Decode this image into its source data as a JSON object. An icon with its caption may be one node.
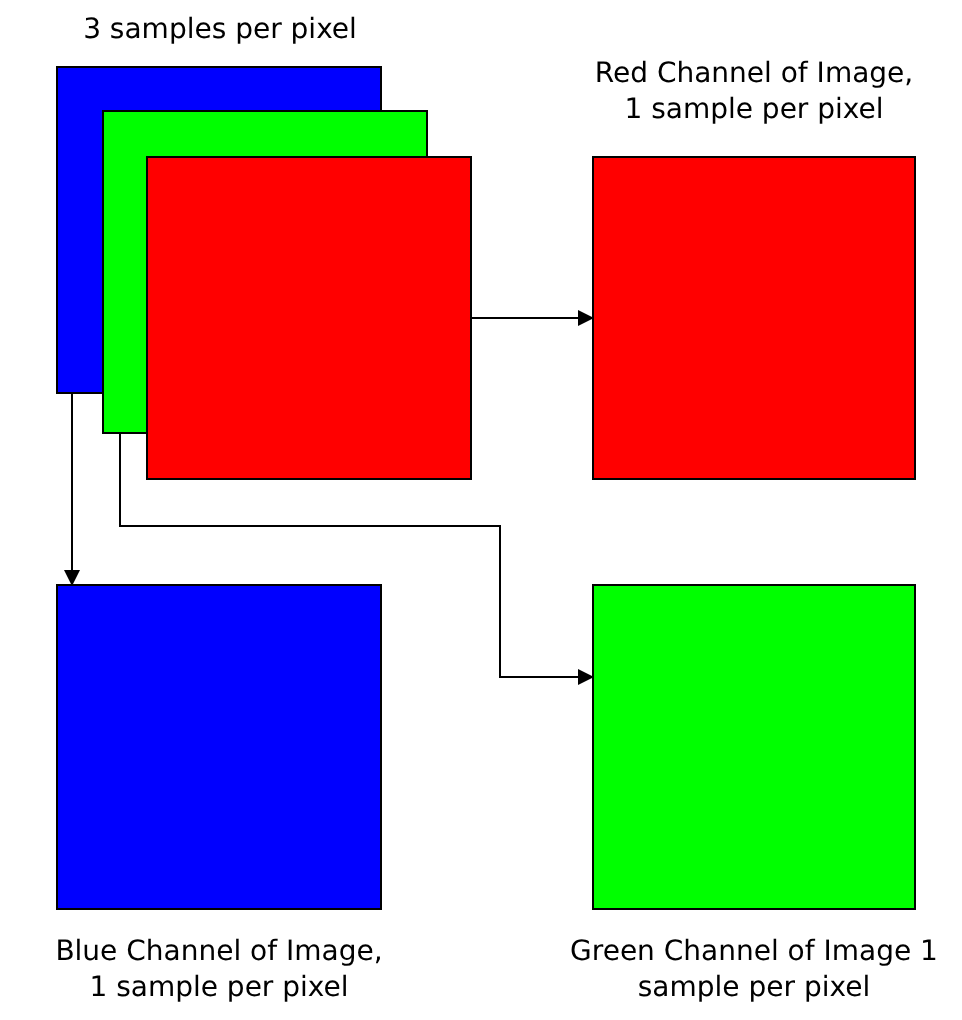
{
  "diagram": {
    "nodes": [
      {
        "text": [],
        "shape": "box"
      },
      {
        "text": [],
        "shape": "box"
      },
      {
        "text": [],
        "shape": "box"
      },
      {
        "text": [
          "Red Channel of Image, 1 sample per pixel"
        ]
      },
      {
        "text": [
          "Blue Channel of Image, 1 sample per pixel"
        ]
      },
      {
        "text": [
          "Green Channel of Image 1 sample per pixel"
        ]
      }
    ],
    "edges": [
      {
        "from": 2,
        "to": 3,
        "arrow": "to"
      },
      {
        "from": 0,
        "to": 4,
        "arrow": "to"
      },
      {
        "from": 1,
        "to": 5,
        "arrow": "to"
      }
    ],
    "labels": [
      "3 samples per pixel"
    ]
  }
}
